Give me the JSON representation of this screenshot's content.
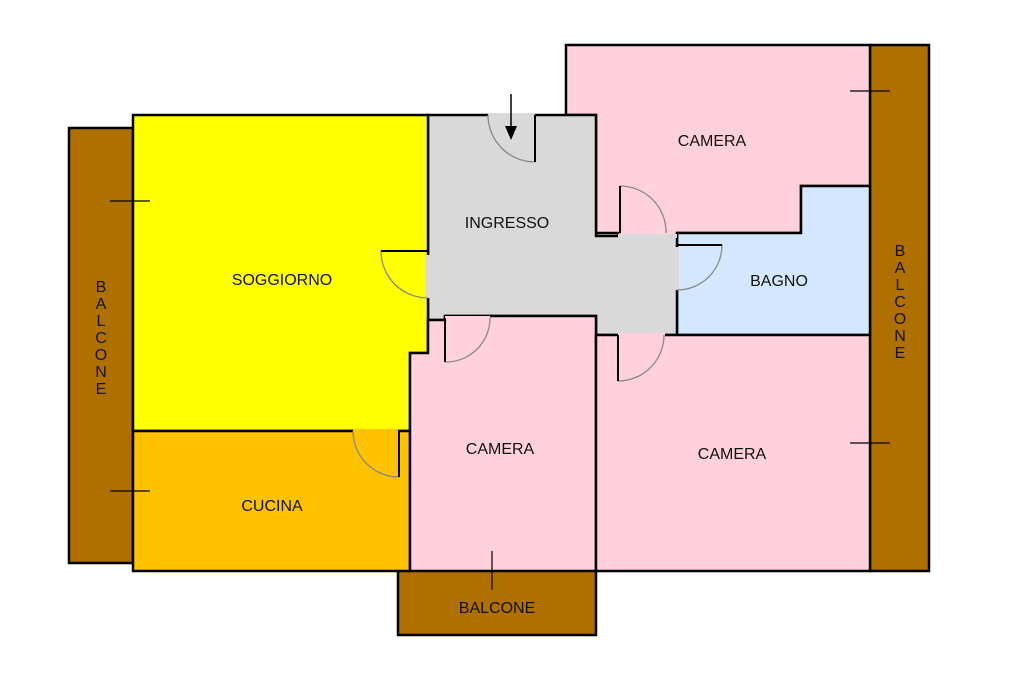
{
  "rooms": {
    "soggiorno": "SOGGIORNO",
    "ingresso": "INGRESSO",
    "camera_top": "CAMERA",
    "bagno": "BAGNO",
    "camera_mid": "CAMERA",
    "camera_right": "CAMERA",
    "cucina": "CUCINA",
    "balcone_bottom": "BALCONE",
    "balcone_left": [
      "B",
      "A",
      "L",
      "C",
      "O",
      "N",
      "E"
    ],
    "balcone_right": [
      "B",
      "A",
      "L",
      "C",
      "O",
      "N",
      "E"
    ]
  },
  "colors": {
    "soggiorno": "#ffff00",
    "cucina": "#ffc200",
    "camera": "#ffd1dc",
    "bagno": "#d3e8ff",
    "ingresso": "#d9d9d9",
    "balcone": "#b07000"
  }
}
